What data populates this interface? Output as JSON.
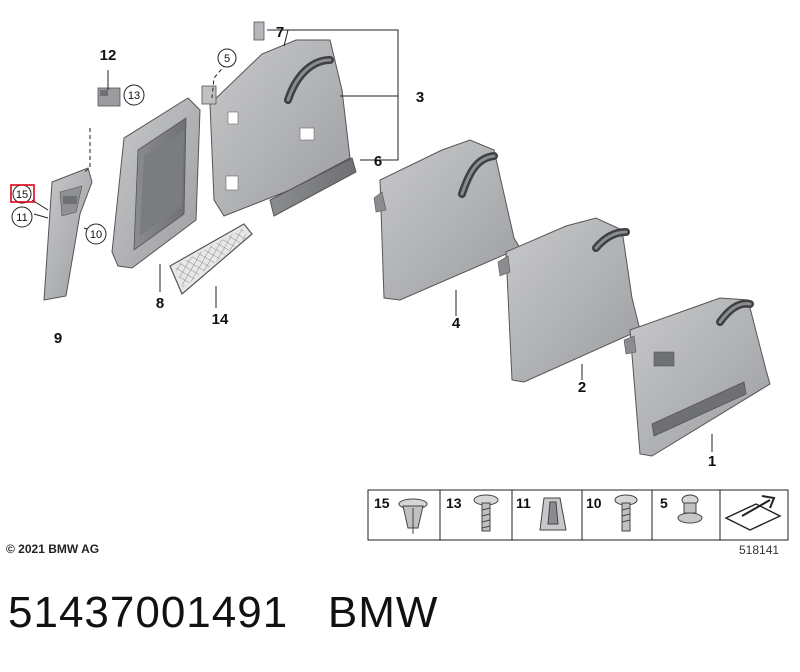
{
  "labels": {
    "p1": "1",
    "p2": "2",
    "p3": "3",
    "p4": "4",
    "p5": "5",
    "p6": "6",
    "p7": "7",
    "p8": "8",
    "p9": "9",
    "p10": "10",
    "p11": "11",
    "p12": "12",
    "p13": "13",
    "p14": "14",
    "p15": "15"
  },
  "legend": [
    "15",
    "13",
    "11",
    "10",
    "5"
  ],
  "copyright": "© 2021 BMW AG",
  "drawing_number": "518141",
  "footer": {
    "part_number": "51437001491",
    "brand": "BMW"
  },
  "colors": {
    "panel": "#a8a9ab",
    "panel_dark": "#7e8083",
    "panel_light": "#c9cacc",
    "highlight": "#e2001a"
  }
}
